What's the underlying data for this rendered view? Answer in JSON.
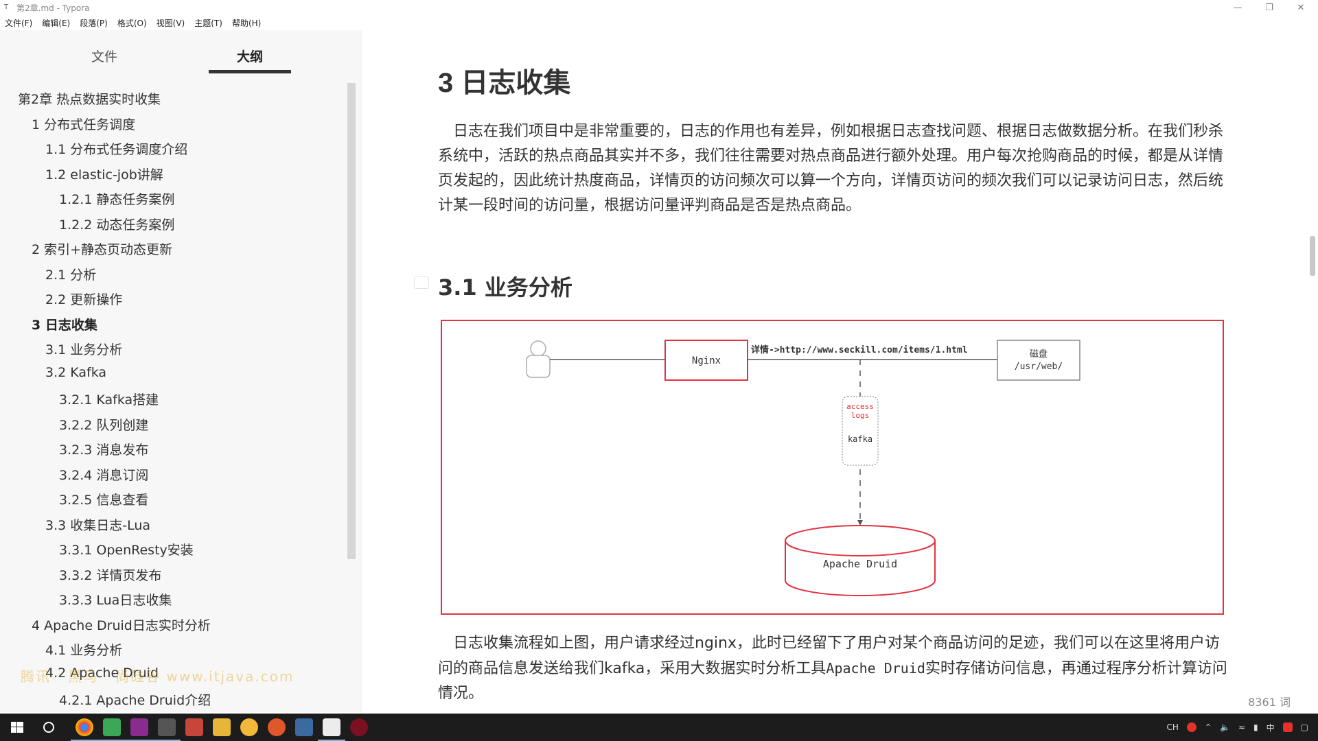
{
  "window": {
    "title": "第2章.md - Typora",
    "app_icon": "T"
  },
  "menu": [
    "文件(F)",
    "编辑(E)",
    "段落(P)",
    "格式(O)",
    "视图(V)",
    "主题(T)",
    "帮助(H)"
  ],
  "sidebar": {
    "tabs": {
      "files": "文件",
      "outline": "大纲"
    },
    "outline": [
      {
        "text": "第2章 热点数据实时收集"
      },
      {
        "text": "1 分布式任务调度"
      },
      {
        "text": "1.1 分布式任务调度介绍"
      },
      {
        "text": "1.2 elastic-job讲解"
      },
      {
        "text": "1.2.1 静态任务案例"
      },
      {
        "text": "1.2.2 动态任务案例"
      },
      {
        "text": "2 索引+静态页动态更新"
      },
      {
        "text": "2.1 分析"
      },
      {
        "text": "2.2 更新操作"
      },
      {
        "text": "3 日志收集",
        "active": true
      },
      {
        "text": "3.1 业务分析"
      },
      {
        "text": "3.2 Kafka"
      },
      {
        "text": "3.2.1 Kafka搭建"
      },
      {
        "text": "3.2.2 队列创建"
      },
      {
        "text": "3.2.3 消息发布"
      },
      {
        "text": "3.2.4 消息订阅"
      },
      {
        "text": "3.2.5 信息查看"
      },
      {
        "text": "3.3 收集日志-Lua"
      },
      {
        "text": "3.3.1 OpenResty安装"
      },
      {
        "text": "3.3.2 详情页发布"
      },
      {
        "text": "3.3.3 Lua日志收集"
      },
      {
        "text": "4 Apache Druid日志实时分析"
      },
      {
        "text": "4.1 业务分析"
      },
      {
        "text": "4.2 Apache Druid"
      },
      {
        "text": "4.2.1 Apache Druid介绍"
      }
    ],
    "footer_back": "‹",
    "footer_code": "</>"
  },
  "doc": {
    "h1": "3 日志收集",
    "para1": "日志在我们项目中是非常重要的，日志的作用也有差异，例如根据日志查找问题、根据日志做数据分析。在我们秒杀系统中，活跃的热点商品其实并不多，我们往往需要对热点商品进行额外处理。用户每次抢购商品的时候，都是从详情页发起的，因此统计热度商品，详情页的访问频次可以算一个方向，详情页访问的频次我们可以记录访问日志，然后统计某一段时间的访问量，根据访问量评判商品是否是热点商品。",
    "h2": "3.1 业务分析",
    "para2_before": "日志收集流程如上图，用户请求经过nginx，此时已经留下了用户对某个商品访问的足迹，我们可以在这里将用户访问的商品信息发送给我们kafka，采用大数据实时分析工具",
    "para2_code": "Apache Druid",
    "para2_after": "实时存储访问信息，再通过程序分析计算访问情况。",
    "word_count": "8361 词"
  },
  "diagram": {
    "nginx": "Nginx",
    "url": "详情->http://www.seckill.com/items/1.html",
    "disk_line1": "磁盘",
    "disk_line2": "/usr/web/",
    "access_logs_1": "access",
    "access_logs_2": "logs",
    "kafka": "kafka",
    "druid": "Apache Druid",
    "accent": "#e2313f"
  },
  "watermark": "腾讯 · 黑马 · 尚硅谷 www.itjava.com",
  "taskbar": {
    "tray_lang": "CH",
    "tray_ime": "中"
  }
}
